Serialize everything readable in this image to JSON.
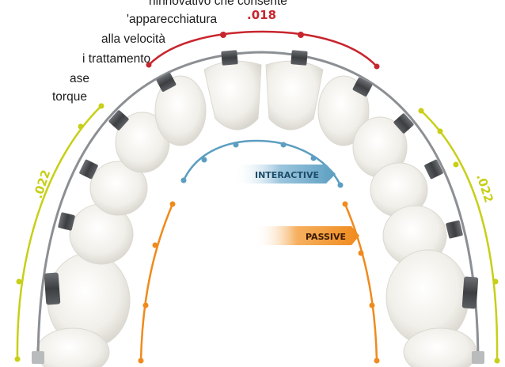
{
  "paragraph_lines": [
    "ninnovativo che consente",
    "'apparecchiatura",
    "alla velocità",
    "i trattamento",
    "ase",
    "torque"
  ],
  "labels": {
    "top": ".018",
    "left": ".022",
    "right": ".022",
    "interactive": "INTERACTIVE",
    "passive": "PASSIVE"
  },
  "colors": {
    "red_wire": "#c8262e",
    "yellow_wire": "#c7cf16",
    "blue_wire": "#5c9ec1",
    "orange_wire": "#f08a1c",
    "archwire": "#8c8f93",
    "bracket": "#4b4d50",
    "tooth": "#f1efe9"
  }
}
